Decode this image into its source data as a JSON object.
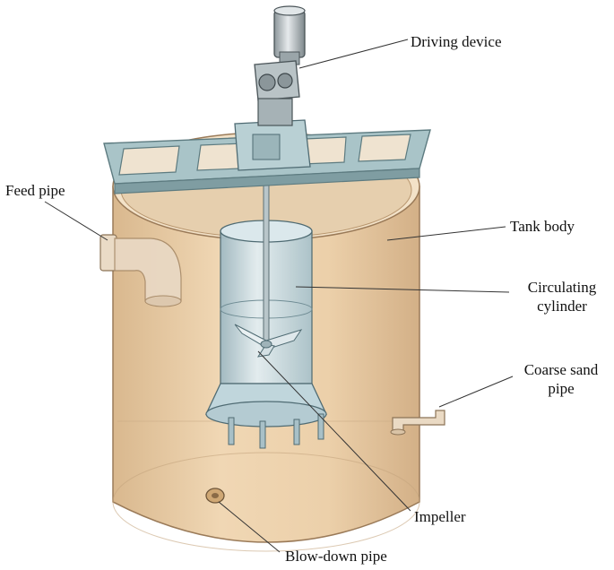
{
  "labels": {
    "driving_device": "Driving device",
    "feed_pipe": "Feed pipe",
    "tank_body": "Tank body",
    "circulating_cylinder_line1": "Circulating",
    "circulating_cylinder_line2": "cylinder",
    "coarse_sand_pipe_line1": "Coarse sand",
    "coarse_sand_pipe_line2": "pipe",
    "impeller": "Impeller",
    "blow_down_pipe": "Blow-down pipe"
  },
  "colors": {
    "tank_fill": "#e8cba4",
    "tank_stroke": "#9a7a58",
    "frame_fill": "#a9c4c8",
    "frame_stroke": "#5d7b80",
    "cylinder_fill": "#c9dce2",
    "leader_line": "#333333"
  }
}
